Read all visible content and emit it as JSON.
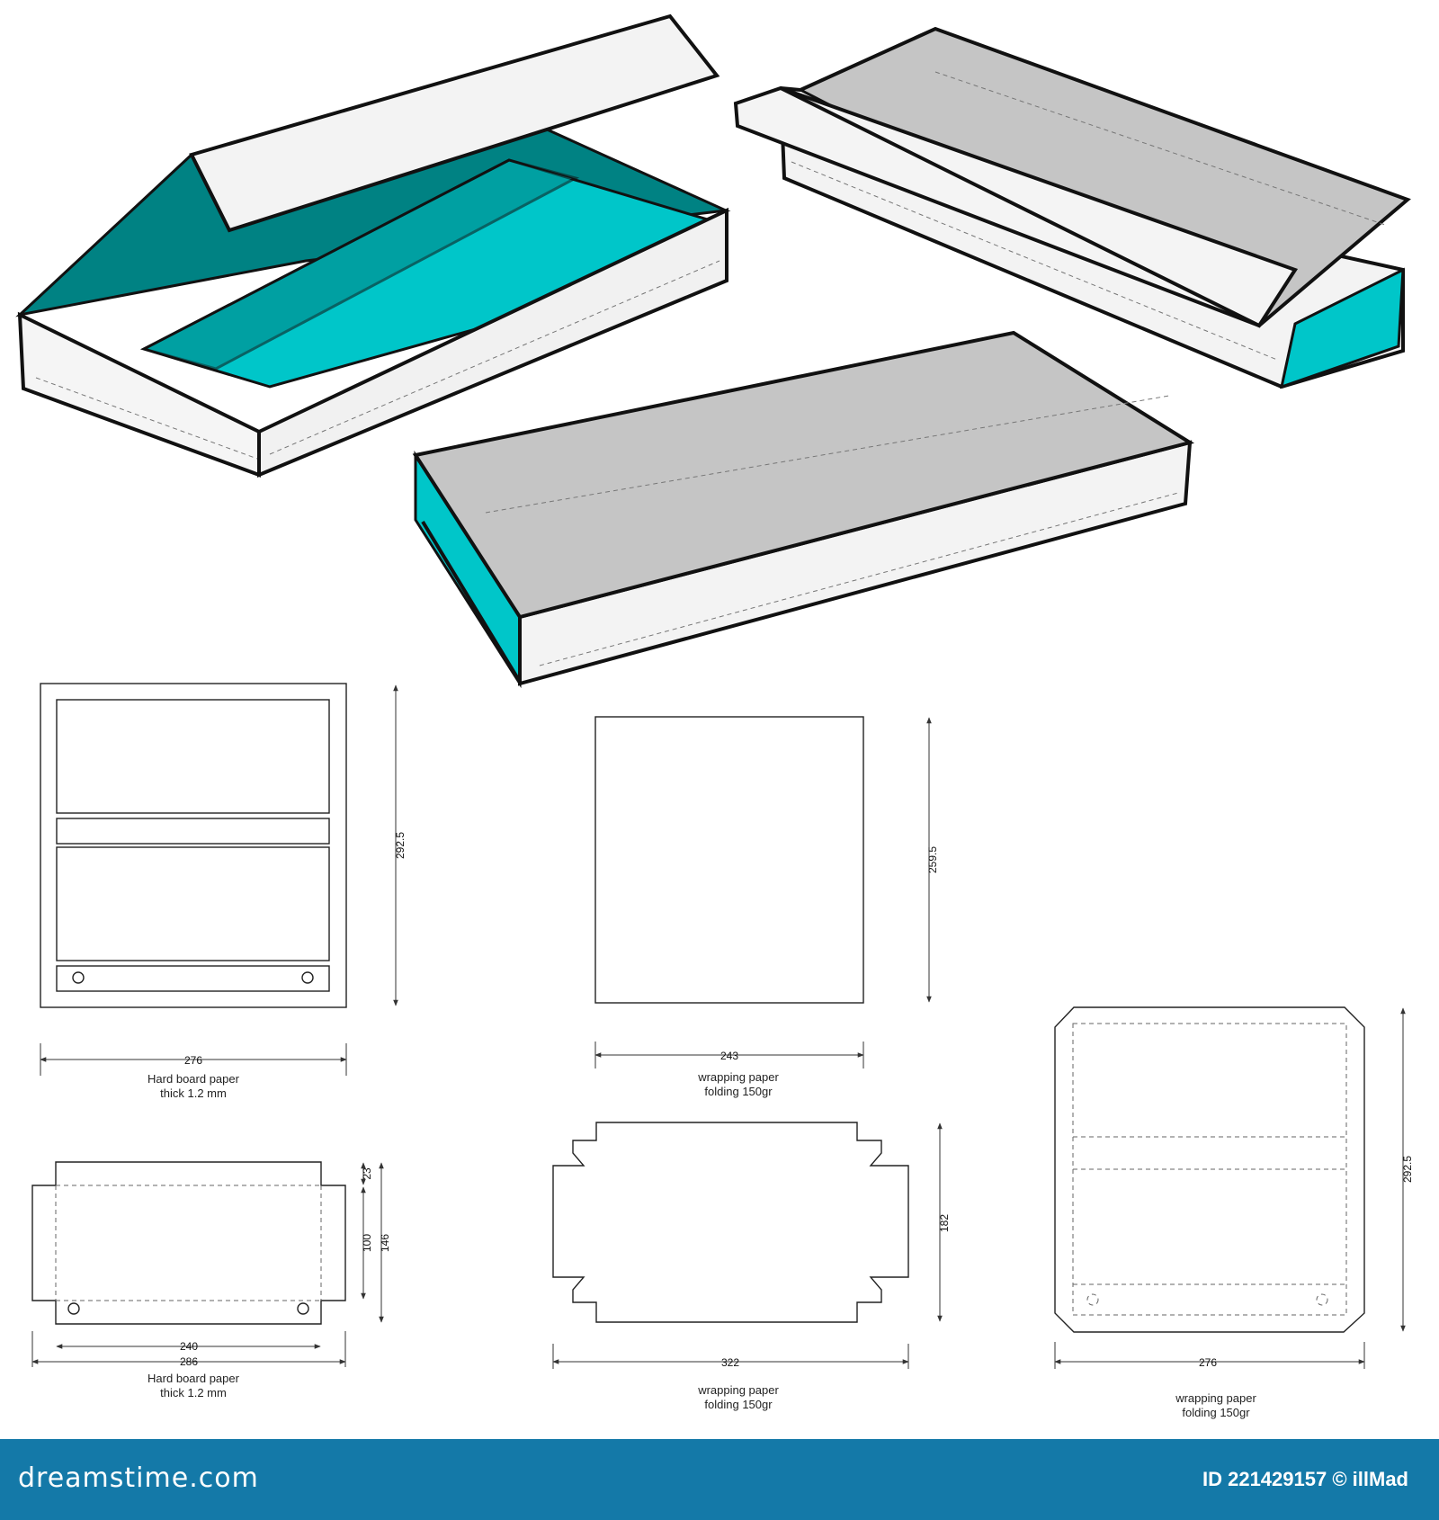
{
  "colors": {
    "teal": "#00c6c9",
    "teal_dark": "#008283",
    "grey_lid": "#c5c5c5",
    "grey_side": "#d6d6d6",
    "footer": "#1479a8"
  },
  "drawings": {
    "hard_board_panel": {
      "width_dim": "276",
      "height_dim": "292.5",
      "caption_line1": "Hard board paper",
      "caption_line2": "thick 1.2 mm"
    },
    "wrapping_sheet": {
      "width_dim": "243",
      "height_dim": "259.5",
      "caption_line1": "wrapping paper",
      "caption_line2": "folding 150gr"
    },
    "tray_board": {
      "inner_width_dim": "240",
      "outer_width_dim": "286",
      "flap_dim": "23",
      "base_dim": "100",
      "total_height_dim": "146",
      "caption_line1": "Hard board paper",
      "caption_line2": "thick 1.2 mm"
    },
    "tray_wrap": {
      "width_dim": "322",
      "height_dim": "182",
      "caption_line1": "wrapping paper",
      "caption_line2": "folding 150gr"
    },
    "cover_wrap": {
      "width_dim": "276",
      "height_dim": "292.5",
      "caption_line1": "wrapping paper",
      "caption_line2": "folding 150gr"
    }
  },
  "footer": {
    "brand": "dreamstime.com",
    "id_text": "ID 221429157 © illMad"
  }
}
